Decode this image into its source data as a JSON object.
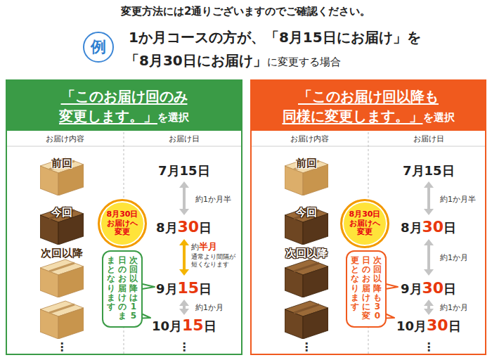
{
  "diagram": {
    "title": "変更方法には2通りございますのでご確認ください。",
    "nodes": [
      {
        "text": [
          "例"
        ]
      },
      {
        "text": [
          "「このお届け回のみ 変更します。」",
          "を選択"
        ]
      },
      {
        "text": [
          "8月30日 お届けへ 変更"
        ],
        "in": 1
      },
      {
        "text": [
          "次回以降は15日のお届けのままとなります"
        ],
        "in": 1
      },
      {
        "text": [
          "「このお届け回以降も 同様に変更します。」",
          "を選択"
        ]
      },
      {
        "text": [
          "8月30日 お届けへ 変更"
        ],
        "in": 4
      },
      {
        "text": [
          "次回以降も30日のお届けに変更となります"
        ],
        "in": 4
      }
    ],
    "labels": [
      "1か月コースの方が、「8月15日にお届け」を",
      "「8月30日にお届け」",
      "に変更する場合",
      "お届け内容",
      "お届け日",
      "前回",
      "今回",
      "次回以降",
      "⋮",
      "7月15日",
      "約1か月半",
      "8月",
      "30",
      "日",
      "約",
      "半月",
      "通常より間隔が 短くなります",
      "9月",
      "15",
      "日",
      "約1か月",
      "10月",
      "15",
      "日",
      "⋮",
      "お届け内容",
      "お届け日",
      "前回",
      "今回",
      "次回以降",
      "⋮",
      "7月15日",
      "約1か月半",
      "8月",
      "30",
      "日",
      "約1か月",
      "9月",
      "30",
      "日",
      "約1か月",
      "10月",
      "30",
      "日",
      "⋮"
    ]
  }
}
